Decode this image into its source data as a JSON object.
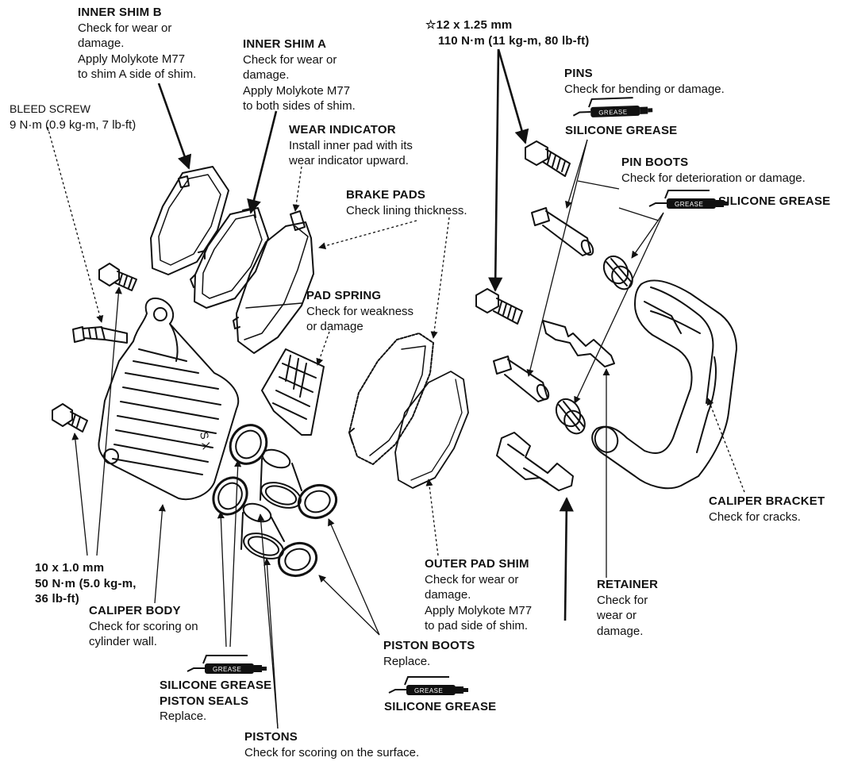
{
  "labels": {
    "inner_shim_b": {
      "title": "INNER SHIM B",
      "lines": [
        "Check for wear or",
        "damage.",
        "Apply Molykote M77",
        "to shim A side of shim."
      ]
    },
    "inner_shim_a": {
      "title": "INNER SHIM A",
      "lines": [
        "Check for wear or",
        "damage.",
        "Apply Molykote M77",
        "to both sides of shim."
      ]
    },
    "bleed_screw": {
      "title": "BLEED SCREW",
      "lines": [
        "9 N·m (0.9 kg-m, 7 lb-ft)"
      ]
    },
    "wear_indicator": {
      "title": "WEAR INDICATOR",
      "lines": [
        "Install inner pad with its",
        "wear indicator upward."
      ]
    },
    "brake_pads": {
      "title": "BRAKE PADS",
      "lines": [
        "Check lining thickness."
      ]
    },
    "pad_spring": {
      "title": "PAD SPRING",
      "lines": [
        "Check for weakness",
        "or damage"
      ]
    },
    "bolt_spec": {
      "title": "☆12 x 1.25 mm",
      "lines": [
        "110 N·m (11 kg-m, 80 lb-ft)"
      ]
    },
    "pins": {
      "title": "PINS",
      "lines": [
        "Check for bending or damage."
      ]
    },
    "pins_grease": {
      "title": "SILICONE GREASE",
      "lines": []
    },
    "pin_boots": {
      "title": "PIN BOOTS",
      "lines": [
        "Check for deterioration or damage."
      ]
    },
    "pin_boots_grease": {
      "title": "SILICONE GREASE",
      "lines": []
    },
    "caliper_bracket": {
      "title": "CALIPER BRACKET",
      "lines": [
        "Check for cracks."
      ]
    },
    "caliper_bolt_spec": {
      "title": "10 x 1.0 mm",
      "lines": [
        "50 N·m (5.0 kg-m,",
        "36 lb-ft)"
      ]
    },
    "caliper_body": {
      "title": "CALIPER BODY",
      "lines": [
        "Check for scoring on",
        "cylinder wall."
      ]
    },
    "outer_pad_shim": {
      "title": "OUTER PAD SHIM",
      "lines": [
        "Check for wear or",
        "damage.",
        "Apply Molykote M77",
        "to pad side of shim."
      ]
    },
    "retainer": {
      "title": "RETAINER",
      "lines": [
        "Check for",
        "wear or",
        "damage."
      ]
    },
    "piston_boots": {
      "title": "PISTON BOOTS",
      "lines": [
        "Replace."
      ]
    },
    "piston_boots_grease": {
      "title": "SILICONE GREASE",
      "lines": []
    },
    "piston_seals": {
      "title": "SILICONE GREASE",
      "lines": [
        "PISTON SEALS",
        "Replace."
      ]
    },
    "pistons": {
      "title": "PISTONS",
      "lines": [
        "Check for scoring on the surface."
      ]
    }
  },
  "grease_tube_label": "GREASE",
  "colors": {
    "ink": "#111111",
    "paper": "#ffffff"
  }
}
